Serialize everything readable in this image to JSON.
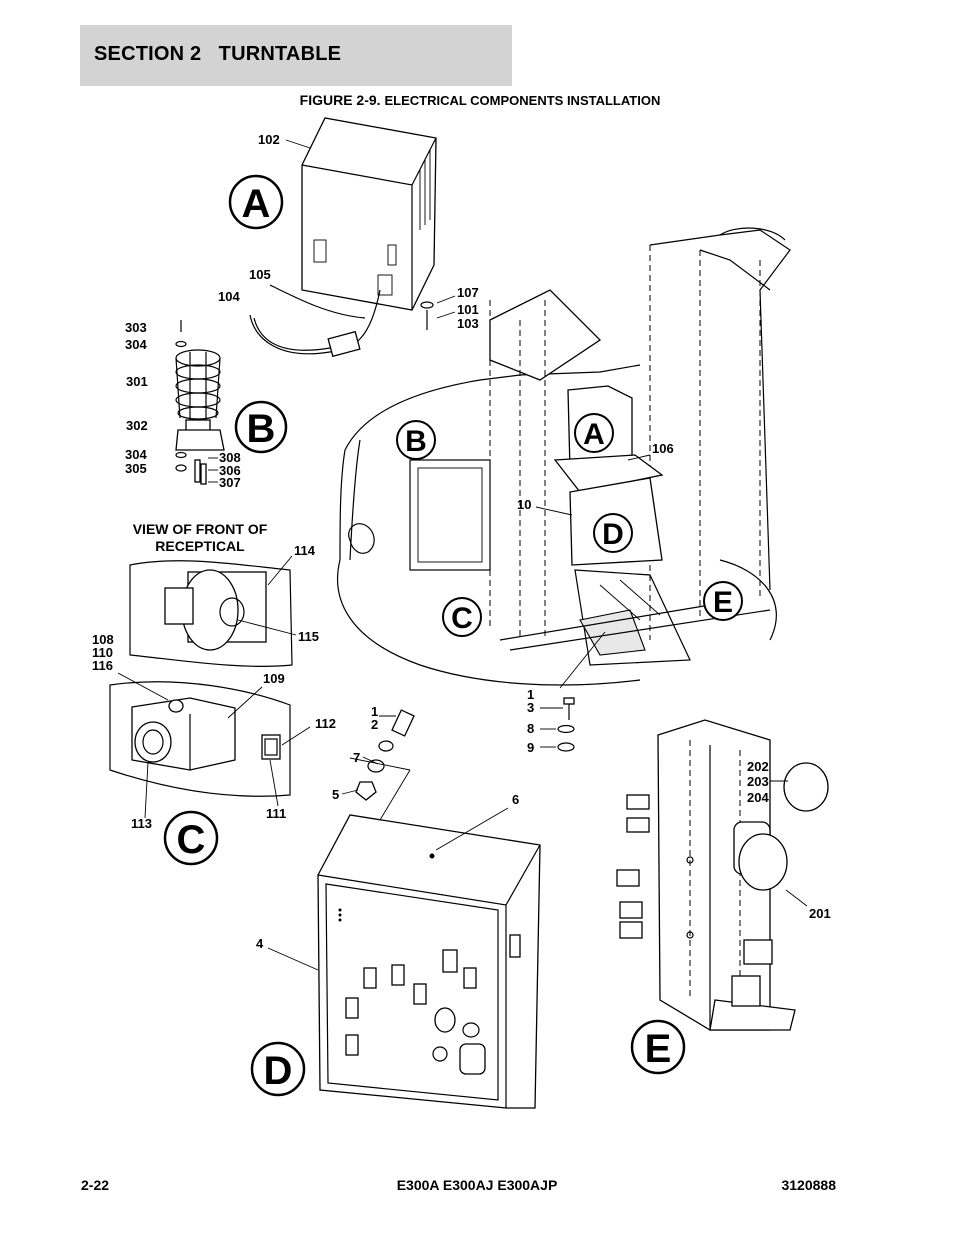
{
  "header": {
    "section": "SECTION 2   TURNTABLE"
  },
  "figure": {
    "number": "FIGURE 2-9.",
    "title": "ELECTRICAL COMPONENTS INSTALLATION"
  },
  "view_captions": {
    "front_of_receptical_line1": "VIEW OF FRONT OF",
    "front_of_receptical_line2": "RECEPTICAL"
  },
  "detail_letters": {
    "a": "A",
    "b": "B",
    "c": "C",
    "d": "D",
    "e": "E"
  },
  "callouts": {
    "c102": "102",
    "c105": "105",
    "c104": "104",
    "c107": "107",
    "c101": "101",
    "c103": "103",
    "c303": "303",
    "c304a": "304",
    "c301": "301",
    "c302": "302",
    "c304b": "304",
    "c305": "305",
    "c308": "308",
    "c306": "306",
    "c307": "307",
    "c106": "106",
    "c10": "10",
    "c114": "114",
    "c115": "115",
    "c108": "108",
    "c110": "110",
    "c116": "116",
    "c109": "109",
    "c112": "112",
    "c113": "113",
    "c111": "111",
    "c1a": "1",
    "c2": "2",
    "c7": "7",
    "c5": "5",
    "c6": "6",
    "c4": "4",
    "c1b": "1",
    "c3": "3",
    "c8": "8",
    "c9": "9",
    "c202": "202",
    "c203": "203",
    "c204": "204",
    "c201": "201"
  },
  "footer": {
    "page": "2-22",
    "models": "E300A E300AJ E300AJP",
    "doc_number": "3120888"
  }
}
